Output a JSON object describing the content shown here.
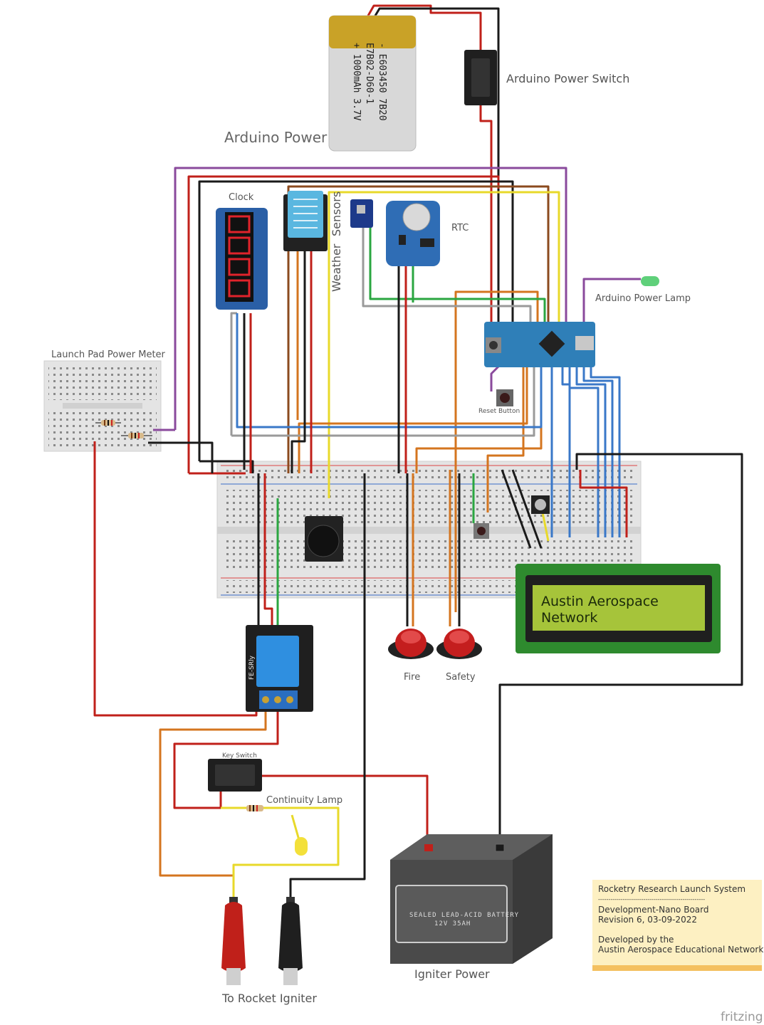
{
  "labels": {
    "arduino_power": "Arduino Power",
    "arduino_power_switch": "Arduino Power Switch",
    "clock": "Clock",
    "weather": "Weather",
    "sensors": "Sensors",
    "rtc": "RTC",
    "arduino_power_lamp": "Arduino Power Lamp",
    "launch_pad_power_meter": "Launch Pad Power Meter",
    "reset_button": "Reset Button",
    "fire": "Fire",
    "safety": "Safety",
    "key_switch": "Key Switch",
    "continuity_lamp": "Continuity Lamp",
    "to_rocket_igniter": "To Rocket Igniter",
    "igniter_power": "Igniter Power",
    "relay_name": "FE-SRly",
    "watermark": "fritzing"
  },
  "battery_cell": {
    "line1": "- E603450 7B20",
    "line2": "E7B02-D60-1",
    "line3": "+ 1000mAh 3.7V"
  },
  "lead_acid": {
    "line1": "SEALED LEAD-ACID BATTERY",
    "line2": "12V 35AH"
  },
  "lcd": {
    "line1": "Austin Aerospace",
    "line2": "Network"
  },
  "note": {
    "title": "Rocketry Research Launch System",
    "separator": "----------------------------------------------------",
    "line1": "Development-Nano Board",
    "line2": "Revision 6,  03-09-2022",
    "line3": "Developed by the",
    "line4": "Austin Aerospace Educational Network"
  },
  "colors": {
    "red": "#c0201a",
    "black": "#1a1a1a",
    "purple": "#8a4a9c",
    "brown": "#8b4a1e",
    "orange": "#d4751f",
    "yellow": "#e8d92a",
    "blue": "#3a78c8",
    "green": "#2aa640",
    "gray": "#9a9a9a",
    "arduino_blue": "#2f7fb8"
  }
}
